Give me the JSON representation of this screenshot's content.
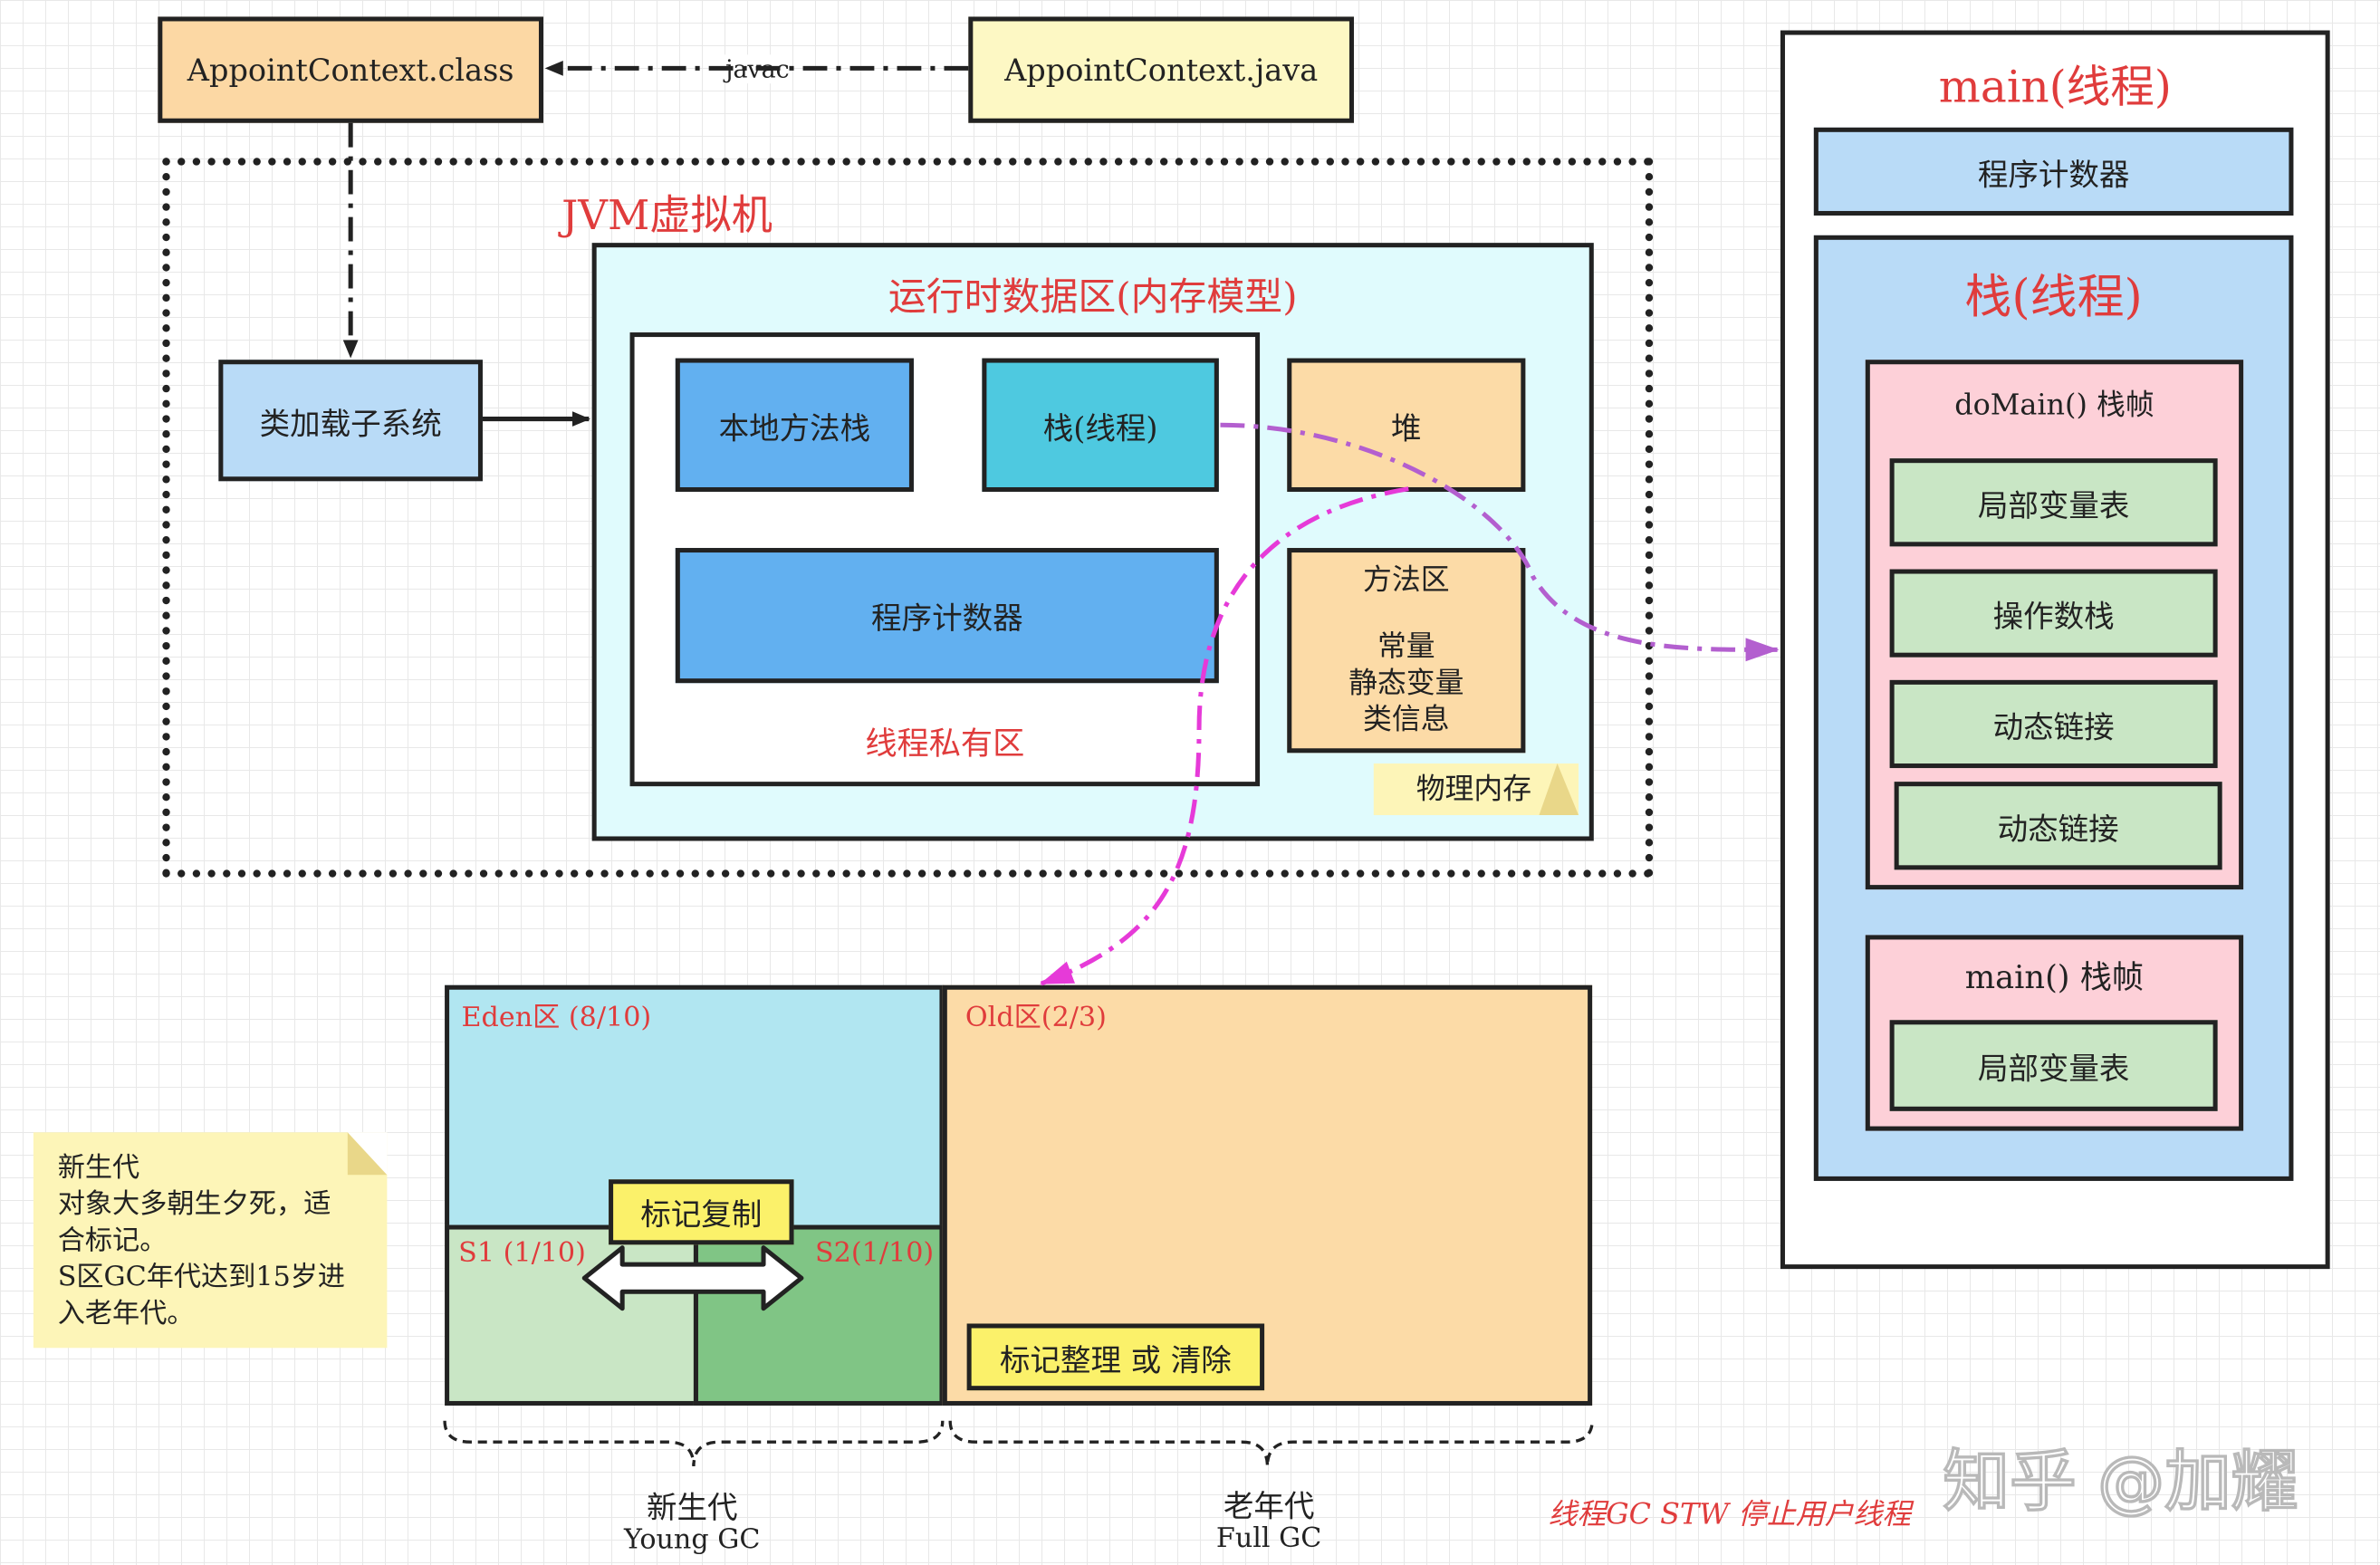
{
  "top": {
    "class_file": "AppointContext.class",
    "java_file": "AppointContext.java",
    "javac_label": "javac"
  },
  "jvm": {
    "title": "JVM虚拟机",
    "class_loader": "类加载子系统",
    "runtime": {
      "title": "运行时数据区(内存模型)",
      "native_stack": "本地方法栈",
      "thread_stack": "栈(线程)",
      "program_counter": "程序计数器",
      "private_area_label": "线程私有区",
      "heap": "堆",
      "method_area": {
        "title": "方法区",
        "line1": "常量",
        "line2": "静态变量",
        "line3": "类信息"
      },
      "physical_memory": "物理内存"
    }
  },
  "main_thread": {
    "title": "main(线程)",
    "program_counter": "程序计数器",
    "stack": {
      "title": "栈(线程)",
      "frames": [
        {
          "title": "doMain() 栈帧",
          "items": [
            "局部变量表",
            "操作数栈",
            "动态链接",
            "动态链接"
          ]
        },
        {
          "title": "main() 栈帧",
          "items": [
            "局部变量表"
          ]
        }
      ]
    }
  },
  "heap_layout": {
    "eden": "Eden区 (8/10)",
    "s1": "S1 (1/10)",
    "s2": "S2(1/10)",
    "old": "Old区(2/3)",
    "mark_copy": "标记复制",
    "mark_compact": "标记整理 或 清除",
    "young_gen": "新生代",
    "young_gc": "Young GC",
    "old_gen": "老年代",
    "full_gc": "Full GC"
  },
  "note": {
    "line1": "新生代",
    "line2": "对象大多朝生夕死，适",
    "line3": "合标记。",
    "line4": "S区GC年代达到15岁进",
    "line5": "入老年代。"
  },
  "footer": {
    "stw_text": "线程GC  STW 停止用户线程",
    "watermark": "知乎 @加耀"
  },
  "colors": {
    "accent_red": "#e03c3c",
    "class_file": "#fcd8a4",
    "java_file": "#fdf8c4",
    "light_blue": "#b9dbf7",
    "runtime_bg": "#e0fbfd",
    "blue": "#62b0f0",
    "cyan": "#4ec9e0",
    "orange": "#fcdba7",
    "frame_pink": "#fdd0d8",
    "green": "#c9e6c5",
    "eden": "#b1e6f1",
    "s1": "#c9e6c5",
    "s2": "#80c585",
    "yellow": "#fbf16a",
    "magenta": "#e63ad8",
    "purple": "#b35fcf"
  }
}
